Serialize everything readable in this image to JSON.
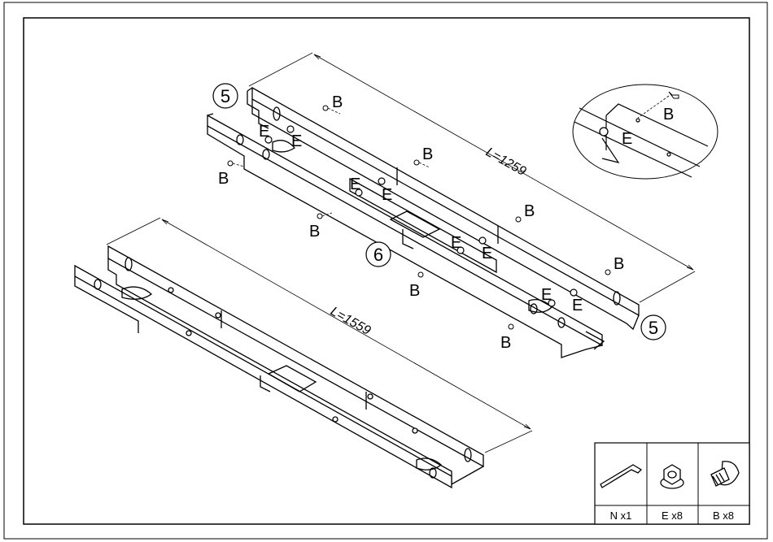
{
  "callouts": {
    "part_5_top": "5",
    "part_5_bottom": "5",
    "part_6": "6"
  },
  "dimensions": {
    "upper_length": "L=1259",
    "lower_length": "L=1559"
  },
  "fastener_labels": {
    "bolt": "B",
    "nut": "E"
  },
  "detail_view": {
    "bolt_label": "B",
    "nut_label": "E"
  },
  "legend": {
    "items": [
      {
        "icon": "hex-key-icon",
        "label": "N x1"
      },
      {
        "icon": "flange-nut-icon",
        "label": "E x8"
      },
      {
        "icon": "carriage-bolt-icon",
        "label": "B x8"
      }
    ]
  },
  "colors": {
    "line": "#000000",
    "background": "#ffffff"
  }
}
